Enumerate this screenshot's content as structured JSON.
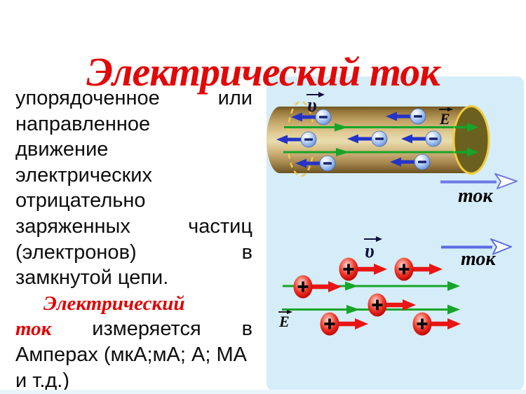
{
  "title": "Электрический ток",
  "definition": {
    "l1a": "упорядоченное",
    "l1b": "или",
    "l2": "направленное",
    "l3": "движение",
    "l4": "электрических",
    "l5": "отрицательно",
    "l6a": "заряженных",
    "l6b": "частиц",
    "l7a": "(электронов)",
    "l7b": "в",
    "l8": "замкнутой цепи.",
    "l9": "Электрический",
    "l10a": "ток",
    "l10b": "измеряется",
    "l10c": "в",
    "l11": "Амперах (мкА;мА; А; МА",
    "l12": "и т.д.)"
  },
  "diagram_top": {
    "velocity_label": "υ",
    "field_label": "E",
    "current_label": "ток"
  },
  "diagram_bottom": {
    "velocity_label": "υ",
    "field_label": "E",
    "current_label": "ток"
  },
  "colors": {
    "title_red": "#e20808",
    "inline_red": "#e00404",
    "panel_blue": "#d5edf8",
    "field_green": "#16a528",
    "electron_arrow_blue": "#2433c8",
    "charge_arrow_red": "#e91515",
    "current_arrow_periwinkle": "#6c78e4",
    "cylinder_tan": "#c2a465",
    "cap_olive": "#6b6020",
    "cap_ring_gold": "#f1cc3a"
  }
}
